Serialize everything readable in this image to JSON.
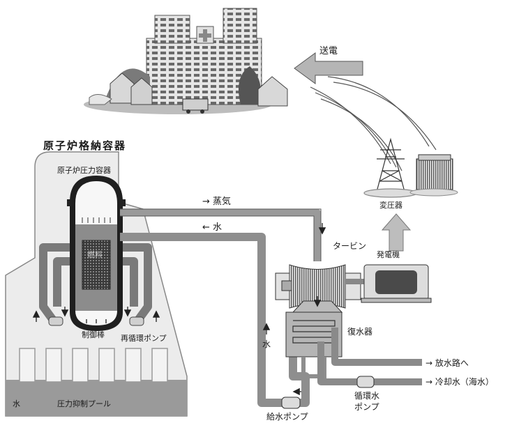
{
  "labels": {
    "power_transmission": "送電",
    "containment_vessel": "原子炉格納容器",
    "pressure_vessel": "原子炉圧力容器",
    "transformer": "変圧器",
    "steam": "→ 蒸気",
    "water_return": "← 水",
    "turbine": "タービン",
    "generator": "発電機",
    "fuel": "燃料",
    "control_rods": "制御棒",
    "recirculation_pump": "再循環ポンプ",
    "condenser": "復水器",
    "water_up": "水",
    "discharge_channel": "→ 放水路へ",
    "cooling_water": "→ 冷却水（海水）",
    "circulating_pump_line1": "循環水",
    "circulating_pump_line2": "ポンプ",
    "feedwater_pump": "給水ポンプ",
    "pool_water": "水",
    "suppression_pool": "圧力抑制プール"
  }
}
